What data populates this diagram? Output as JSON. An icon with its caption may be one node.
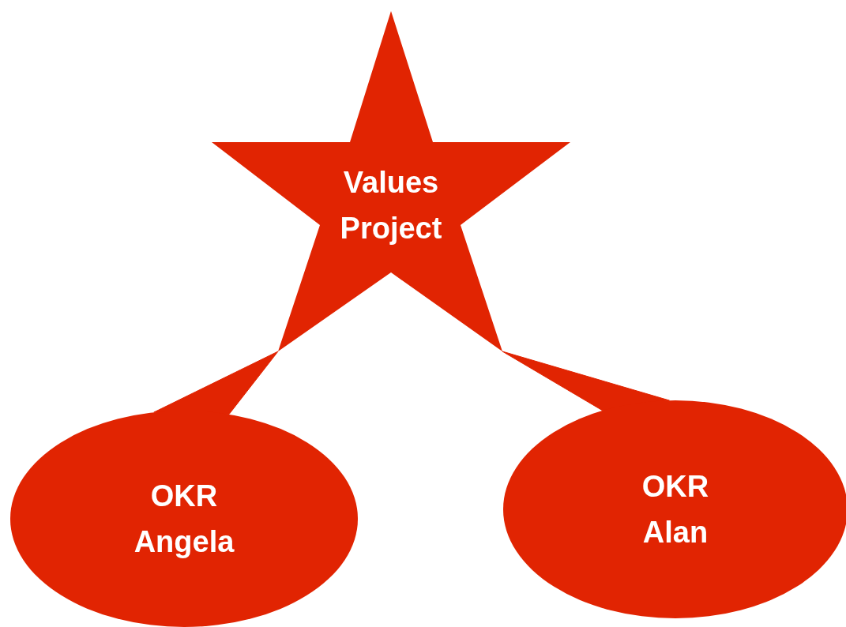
{
  "diagram": {
    "nodes": [
      {
        "text": [
          "Values Project"
        ]
      },
      {
        "text": [
          "OKR Angela"
        ]
      },
      {
        "text": [
          "OKR Alan"
        ]
      }
    ],
    "edges": [
      {
        "from": 1,
        "to": 0,
        "arrow": "none"
      },
      {
        "from": 2,
        "to": 0,
        "arrow": "none"
      }
    ]
  }
}
